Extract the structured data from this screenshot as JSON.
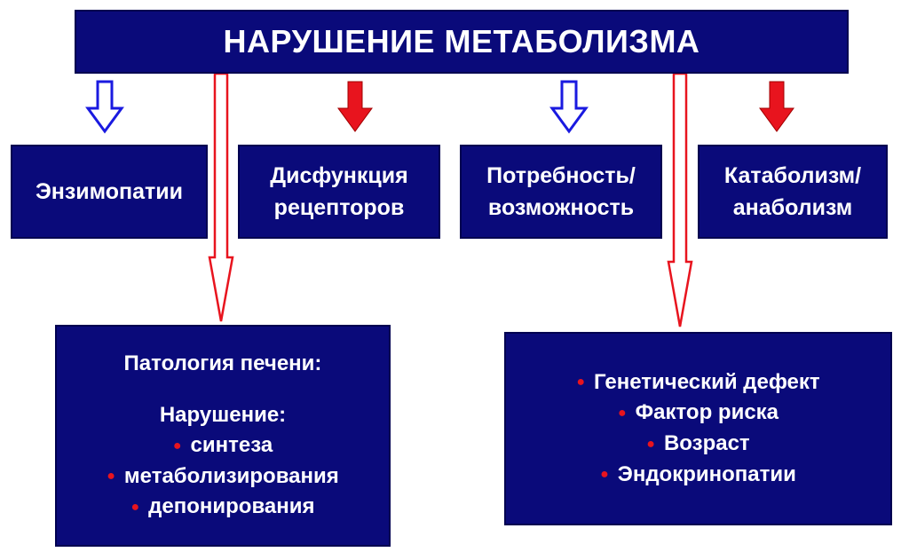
{
  "title": "НАРУШЕНИЕ МЕТАБОЛИЗМА",
  "categories": [
    {
      "lines": [
        "Энзимопатии"
      ]
    },
    {
      "lines": [
        "Дисфункция",
        "рецепторов"
      ]
    },
    {
      "lines": [
        "Потребность/",
        "возможность"
      ]
    },
    {
      "lines": [
        "Катаболизм/",
        "анаболизм"
      ]
    }
  ],
  "liver_box": {
    "heading": "Патология печени:",
    "subheading": "Нарушение:",
    "items": [
      "синтеза",
      "метаболизирования",
      "депонирования"
    ]
  },
  "risk_box": {
    "items": [
      "Генетический дефект",
      "Фактор риска",
      "Возраст",
      "Эндокринопатии"
    ]
  },
  "bullet_symbol": "●",
  "colors": {
    "box_fill": "#0a0a7a",
    "red_arrow": "#e8141e",
    "blue_outline": "#1a1ae0",
    "white": "#ffffff"
  }
}
